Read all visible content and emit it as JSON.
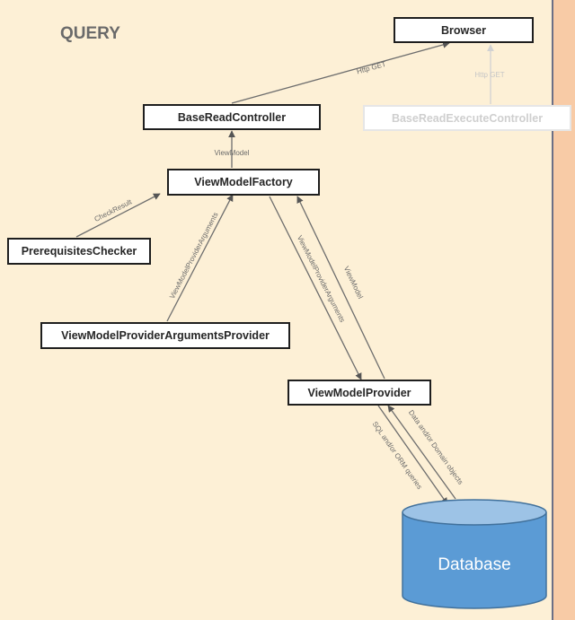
{
  "title": "QUERY",
  "nodes": {
    "browser": "Browser",
    "base_read_controller": "BaseReadController",
    "base_read_execute_controller": "BaseReadExecuteController",
    "view_model_factory": "ViewModelFactory",
    "prerequisites_checker": "PrerequisitesChecker",
    "view_model_provider_arguments_provider": "ViewModelProviderArgumentsProvider",
    "view_model_provider": "ViewModelProvider",
    "database": "Database"
  },
  "edges": {
    "http_get_main": "Http GET",
    "http_get_execute": "Http GET",
    "view_model_to_controller": "ViewModel",
    "check_result": "CheckResult",
    "view_model_provider_arguments_up": "ViewModelProviderArguments",
    "view_model_provider_arguments_down": "ViewModelProviderArguments",
    "view_model_up": "ViewModel",
    "sql_or_orm_queries": "SQL and/or ORM queries",
    "data_or_domain_objects": "Data and/or Domain objects"
  },
  "colors": {
    "background": "#fdf0d6",
    "right_panel": "#f8cba6",
    "divider": "#6b6f86",
    "database_fill": "#5b9bd5",
    "database_top": "#9dc3e6",
    "database_stroke": "#41719c",
    "box_border": "#1e1e1e",
    "faded_box_border": "#e6e6e6"
  }
}
